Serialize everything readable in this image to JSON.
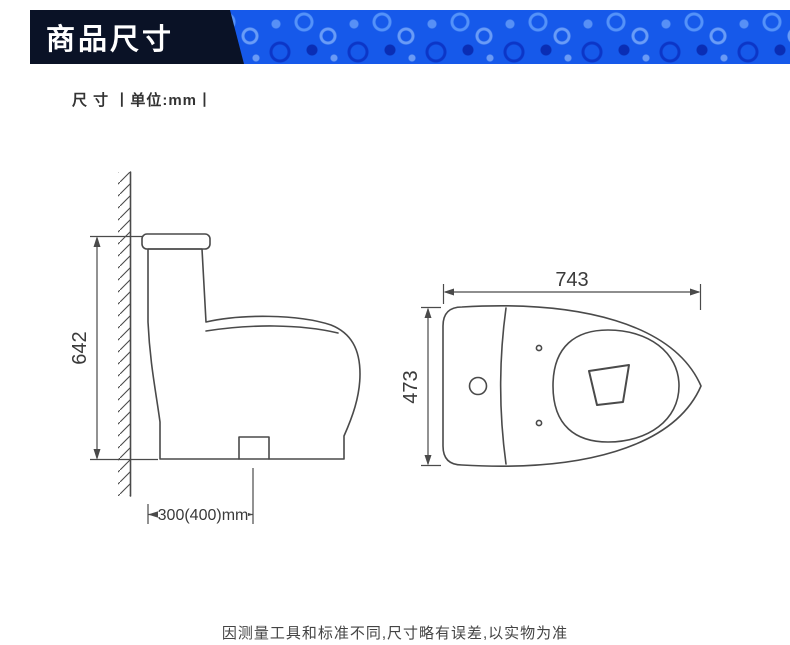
{
  "banner": {
    "title": "商品尺寸"
  },
  "section": {
    "label": "尺 寸 丨单位:mm丨"
  },
  "drawing": {
    "height_mm": "642",
    "rough_in": "300(400)mm",
    "length_mm": "743",
    "width_mm": "473"
  },
  "footer": {
    "note": "因测量工具和标准不同,尺寸略有误差,以实物为准"
  },
  "colors": {
    "banner_blue": "#1659ea",
    "banner_dark": "#0a1226",
    "line": "#4a4a4a"
  }
}
